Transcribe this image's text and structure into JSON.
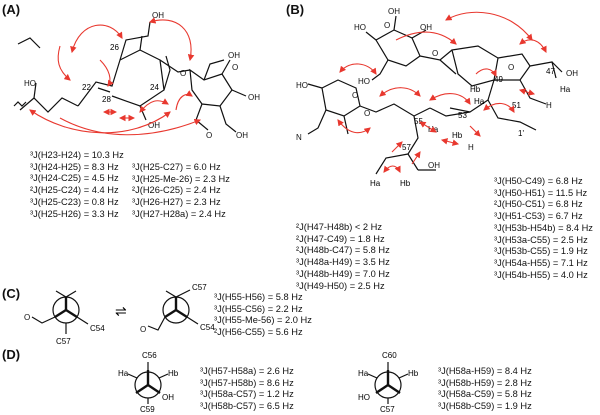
{
  "panels": {
    "A": {
      "label": "(A)"
    },
    "B": {
      "label": "(B)"
    },
    "C": {
      "label": "(C)"
    },
    "D": {
      "label": "(D)"
    }
  },
  "structure_A_labels": {
    "c26": "26",
    "c22": "22",
    "c24": "24",
    "c28": "28"
  },
  "structure_B_labels": {
    "c49": "49",
    "c47": "47",
    "c51": "51",
    "c53": "53",
    "c55": "55",
    "c57": "57",
    "one_prime": "1'",
    "ha_upper": "Ha",
    "ha_mid": "Ha",
    "hb_mid": "Hb",
    "ha_lower": "Ha",
    "hb_lower": "Hb",
    "h_right": "Ha",
    "h_right2": "Hb"
  },
  "newman_C": {
    "left_c54": "C54",
    "left_c57": "C57",
    "right_c57": "C57",
    "right_c54": "C54",
    "eq": "⇌"
  },
  "newman_D": {
    "left": {
      "top": "C56",
      "ha": "Ha",
      "hb": "Hb",
      "oh": "OH",
      "bottom": "C59"
    },
    "right": {
      "top": "C60",
      "ha": "Ha",
      "hb": "Hb",
      "ho": "HO",
      "bottom": "C57"
    }
  },
  "couplings": {
    "A1": [
      "³J(H23-H24) = 10.3 Hz",
      "³J(H24-H25) = 8.3 Hz",
      "³J(H24-C25) = 4.5 Hz",
      "²J(H25-C24) = 4.4 Hz",
      "³J(H25-C23) = 0.8 Hz",
      "³J(H25-H26) = 3.3 Hz"
    ],
    "A2": [
      "³J(H25-C27) = 6.0 Hz",
      "³J(H25-Me-26) = 2.3 Hz",
      "²J(H26-C25) = 2.4 Hz",
      "³J(H26-H27) = 2.3 Hz",
      "³J(H27-H28a) = 2.4 Hz"
    ],
    "B1": [
      "²J(H47-H48b) < 2 Hz",
      "²J(H47-C49) = 1.8 Hz",
      "²J(H48b-C47) = 5.8 Hz",
      "³J(H48a-H49) = 3.5 Hz",
      "³J(H48b-H49) = 7.0 Hz",
      "³J(H49-H50) = 2.5 Hz"
    ],
    "B2": [
      "³J(H50-C49) = 6.8 Hz",
      "³J(H50-H51) = 11.5 Hz",
      "²J(H50-C51) = 6.8 Hz",
      "³J(H51-C53) = 6.7 Hz",
      "³J(H53b-H54b) = 8.4 Hz",
      "³J(H53a-C55) = 2.5 Hz",
      "³J(H53b-C55) = 1.9 Hz",
      "³J(H54a-H55) = 7.1 Hz",
      "³J(H54b-H55) = 4.0 Hz"
    ],
    "C": [
      "³J(H55-H56) = 5.8 Hz",
      "³J(H55-C56) = 2.2 Hz",
      "³J(H55-Me-56) = 2.0 Hz",
      "²J(H56-C55) = 5.6 Hz"
    ],
    "D1": [
      "³J(H57-H58a) = 2.6 Hz",
      "³J(H57-H58b) = 8.6 Hz",
      "³J(H58a-C57) = 1.2 Hz",
      "³J(H58b-C57) = 6.5 Hz"
    ],
    "D2": [
      "³J(H58a-H59) = 8.4 Hz",
      "³J(H58b-H59) = 2.8 Hz",
      "³J(H58a-C59) = 5.8 Hz",
      "³J(H58b-C59) = 1.9 Hz"
    ]
  },
  "colors": {
    "arrow": "#e8382f",
    "bond": "#111111"
  }
}
